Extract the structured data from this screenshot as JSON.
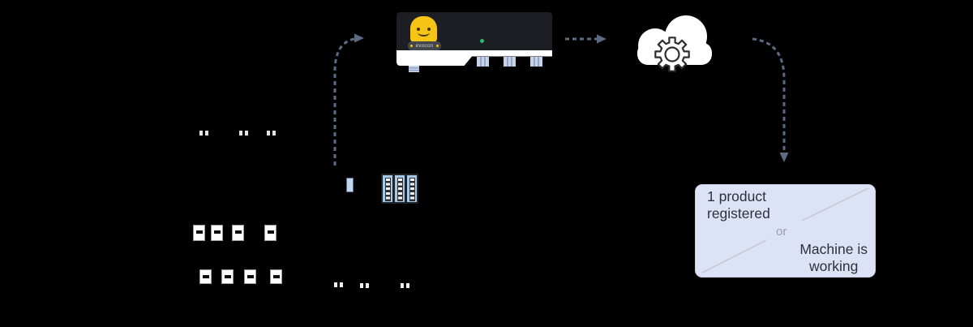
{
  "scene": {
    "background_color": "#000000",
    "arrow_color": "#5b6b84",
    "arrow_style": "dashed"
  },
  "machine": {
    "top_dot_pairs": 3,
    "bottle_label_top_row_count": 4,
    "bottle_label_bottom_row_count": 4,
    "bottom_dot_pairs": 3
  },
  "plc": {
    "module_count": 3,
    "module_color": "#a5c9e6"
  },
  "gateway": {
    "brand_label": "evocon",
    "panel_color": "#1d1e23",
    "body_color": "#ffffff",
    "led_color": "#2fb873",
    "mascot_color": "#f6c417",
    "port_color": "#c6d3e8"
  },
  "cloud": {
    "fill": "#ffffff",
    "gear_outline": "#2e2e2e"
  },
  "result_box": {
    "fill": "#dde3f7",
    "border_color": "#c9d0ec",
    "text_color": "#2d313c",
    "option1_line1": "1 product",
    "option1_line2": "registered",
    "separator": "or",
    "option2_line1": "Machine is",
    "option2_line2": "working",
    "separator_color": "#9aa0ac"
  }
}
